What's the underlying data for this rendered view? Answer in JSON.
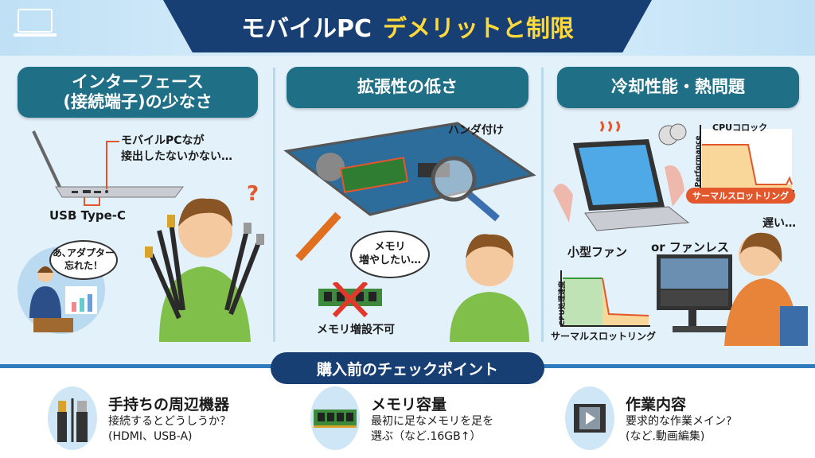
{
  "header": {
    "title_part1": "モバイルPC",
    "title_part2": "デメリットと制限"
  },
  "panels": [
    {
      "title_line1": "インターフェース",
      "title_line2": "(接続端子)の少なさ",
      "callout_line1": "モバイルPCなが",
      "callout_line2": "接出したないかない…",
      "port_label": "USB Type-C",
      "speech_line1": "あ､アダプター",
      "speech_line2": "忘れた！",
      "question_mark": "?"
    },
    {
      "title": "拡張性の低さ",
      "solder_label": "ハンダ付け",
      "thought_line1": "メモリ",
      "thought_line2": "増やしたい…",
      "no_upgrade_label": "メモリ増設不可"
    },
    {
      "title": "冷却性能・熱問題",
      "chart_title": "CPUコロック",
      "chart_ylabel": "Performance",
      "throttle_badge": "サーマルスロットリング",
      "slow_label": "遅い…",
      "fan_label": "小型ファン",
      "fanless_label": "or ファンレス",
      "chart2_ylabel": "CPU処理速度",
      "chart2_xlabel": "サーマルスロットリング"
    }
  ],
  "checkpoints": {
    "title": "購入前のチェックポイント",
    "items": [
      {
        "icon": "cable-icon",
        "title": "手持ちの周辺機器",
        "line1": "接続するとどうしうか？",
        "line2": "(HDMI、USB-A)"
      },
      {
        "icon": "memory-icon",
        "title": "メモリ容量",
        "line1": "最初に足なメモリを足を",
        "line2": "選ぶ（など.16GB↑）"
      },
      {
        "icon": "video-icon",
        "title": "作業内容",
        "line1": "要求的な作業メイン?",
        "line2": "(など.動画編集)"
      }
    ]
  },
  "colors": {
    "navy": "#173f73",
    "teal": "#1f6f87",
    "accent_yellow": "#ffd83a",
    "warning": "#e2572b"
  }
}
